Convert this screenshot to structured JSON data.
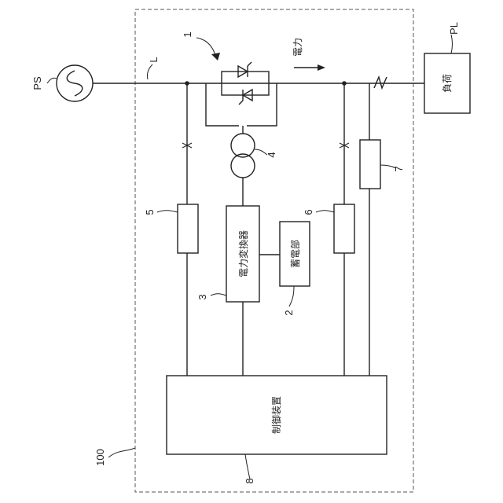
{
  "components": {
    "power_source": {
      "ref": "PS"
    },
    "line": {
      "ref": "L"
    },
    "switch": {
      "ref": "1"
    },
    "power_flow": {
      "label": "電力"
    },
    "load": {
      "ref": "PL",
      "label": "負荷"
    },
    "transformer": {
      "ref": "4"
    },
    "sensor_5": {
      "ref": "5"
    },
    "converter": {
      "ref": "3",
      "label": "電力変換器"
    },
    "storage": {
      "ref": "2",
      "label": "蓄電部"
    },
    "sensor_6": {
      "ref": "6"
    },
    "sensor_7": {
      "ref": "7"
    },
    "controller": {
      "ref": "8",
      "label": "制御装置"
    },
    "system": {
      "ref": "100"
    }
  }
}
